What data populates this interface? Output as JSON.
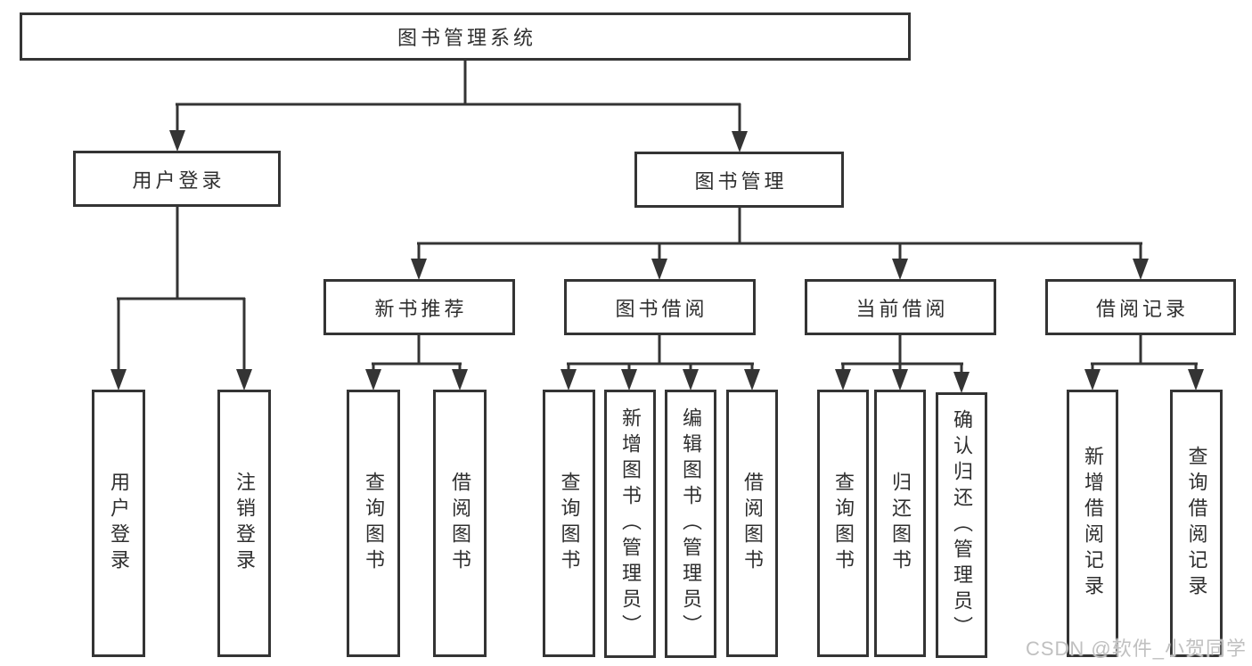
{
  "diagram": {
    "type": "hierarchy-tree",
    "title": "图书管理系统"
  },
  "nodes": {
    "root": {
      "label": "图书管理系统"
    },
    "user_login": {
      "label": "用户登录"
    },
    "book_mgmt": {
      "label": "图书管理"
    },
    "new_book_rec": {
      "label": "新书推荐"
    },
    "book_borrow": {
      "label": "图书借阅"
    },
    "current_borrow": {
      "label": "当前借阅"
    },
    "borrow_record": {
      "label": "借阅记录"
    },
    "leaf_user_login": {
      "label": "用户登录"
    },
    "leaf_logout": {
      "label": "注销登录"
    },
    "rec_query_book": {
      "label": "查询图书"
    },
    "rec_borrow_book": {
      "label": "借阅图书"
    },
    "bb_query_book": {
      "label": "查询图书"
    },
    "bb_add_book": {
      "label": "新增图书（管理员）"
    },
    "bb_edit_book": {
      "label": "编辑图书（管理员）"
    },
    "bb_borrow_book": {
      "label": "借阅图书"
    },
    "cb_query_book": {
      "label": "查询图书"
    },
    "cb_return_book": {
      "label": "归还图书"
    },
    "cb_confirm_return": {
      "label": "确认归还（管理员）"
    },
    "br_add_record": {
      "label": "新增借阅记录"
    },
    "br_query_record": {
      "label": "查询借阅记录"
    }
  },
  "watermark": {
    "text": "CSDN @软件_小贺同学"
  },
  "colors": {
    "line": "#343434",
    "text": "#2f2f2f",
    "box_background": "#ffffff",
    "watermark": "#c0c0c0",
    "page_background": "#ffffff"
  }
}
